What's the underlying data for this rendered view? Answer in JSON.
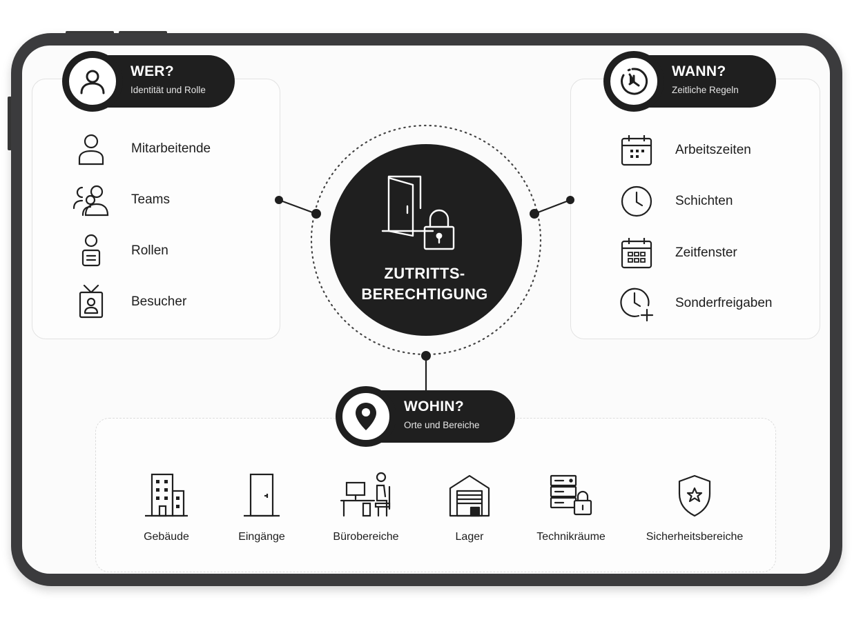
{
  "center": {
    "line1": "ZUTRITTS-",
    "line2": "BERECHTIGUNG",
    "icon": "door-lock-icon"
  },
  "wer": {
    "title": "WER?",
    "subtitle": "Identität und Rolle",
    "icon": "person-icon",
    "items": [
      {
        "label": "Mitarbeitende",
        "icon": "person-outline-icon"
      },
      {
        "label": "Teams",
        "icon": "team-icon"
      },
      {
        "label": "Rollen",
        "icon": "role-badge-icon"
      },
      {
        "label": "Besucher",
        "icon": "visitor-badge-icon"
      }
    ]
  },
  "wann": {
    "title": "WANN?",
    "subtitle": "Zeitliche Regeln",
    "icon": "clock-icon",
    "items": [
      {
        "label": "Arbeitszeiten",
        "icon": "calendar-icon"
      },
      {
        "label": "Schichten",
        "icon": "clock-icon"
      },
      {
        "label": "Zeitfenster",
        "icon": "calendar-grid-icon"
      },
      {
        "label": "Sonderfreigaben",
        "icon": "clock-plus-icon"
      }
    ]
  },
  "wohin": {
    "title": "WOHIN?",
    "subtitle": "Orte und Bereiche",
    "icon": "location-pin-icon",
    "items": [
      {
        "label": "Gebäude",
        "icon": "building-icon"
      },
      {
        "label": "Eingänge",
        "icon": "door-icon"
      },
      {
        "label": "Bürobereiche",
        "icon": "office-desk-icon"
      },
      {
        "label": "Lager",
        "icon": "warehouse-icon"
      },
      {
        "label": "Technikräume",
        "icon": "server-lock-icon"
      },
      {
        "label": "Sicherheitsbereiche",
        "icon": "shield-star-icon"
      }
    ]
  },
  "colors": {
    "dark": "#1f1f1f",
    "frame": "#3b3b3d",
    "background": "#fbfbfb"
  }
}
